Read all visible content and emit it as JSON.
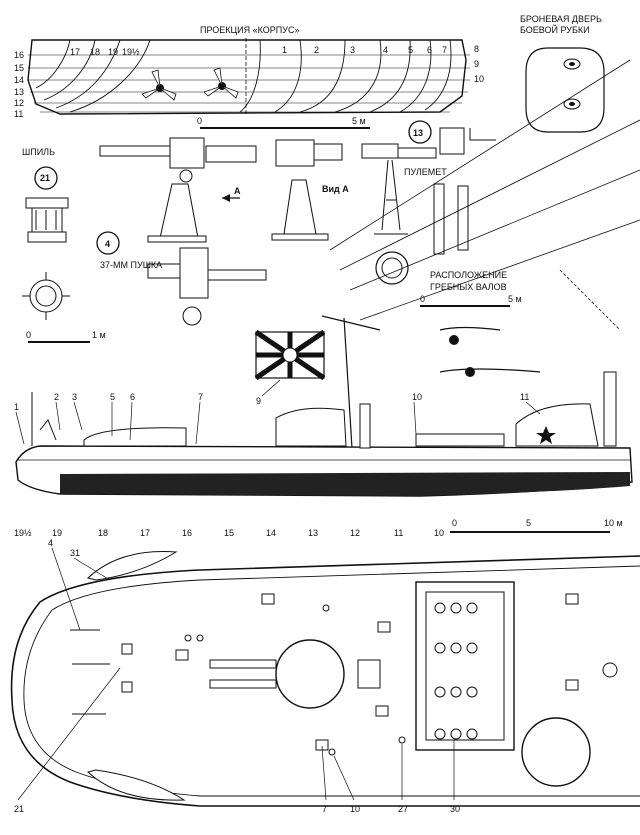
{
  "body_plan": {
    "title": "ПРОЕКЦИЯ «КОРПУС»",
    "left_numbers": [
      "17",
      "18",
      "19",
      "19½"
    ],
    "right_numbers": [
      "1",
      "2",
      "3",
      "4",
      "5",
      "6",
      "7"
    ],
    "waterlines_left": [
      "16",
      "15",
      "14",
      "13",
      "12",
      "11"
    ],
    "waterlines_right": [
      "8",
      "9",
      "10"
    ],
    "scale_start": "0",
    "scale_end": "5 м"
  },
  "armored_door": {
    "title_line1": "БРОНЕВАЯ ДВЕРЬ",
    "title_line2": "БОЕВОЙ РУБКИ"
  },
  "capstan": {
    "title": "ШПИЛЬ",
    "number": "21",
    "scale_start": "0",
    "scale_end": "1 м"
  },
  "gun": {
    "number": "4",
    "title": "37-ММ ПУШКА",
    "arrow_label": "А",
    "view_label": "Вид А"
  },
  "machine_gun": {
    "number": "13",
    "title": "ПУЛЕМЕТ"
  },
  "shafts": {
    "title_line1": "РАСПОЛОЖЕНИЕ",
    "title_line2": "ГРЕБНЫХ ВАЛОВ",
    "scale_start": "0",
    "scale_end": "5 м"
  },
  "profile": {
    "callouts": [
      "1",
      "2",
      "3",
      "5",
      "6",
      "7",
      "9",
      "10",
      "11"
    ],
    "frame_numbers": [
      "19½",
      "19",
      "18",
      "17",
      "16",
      "15",
      "14",
      "13",
      "12",
      "11",
      "10"
    ],
    "scale_start": "0",
    "scale_mid": "5",
    "scale_end": "10 м"
  },
  "deck_plan": {
    "callouts_top": [
      "4",
      "31"
    ],
    "callouts_bottom": [
      "21",
      "7",
      "10",
      "27",
      "30"
    ]
  }
}
